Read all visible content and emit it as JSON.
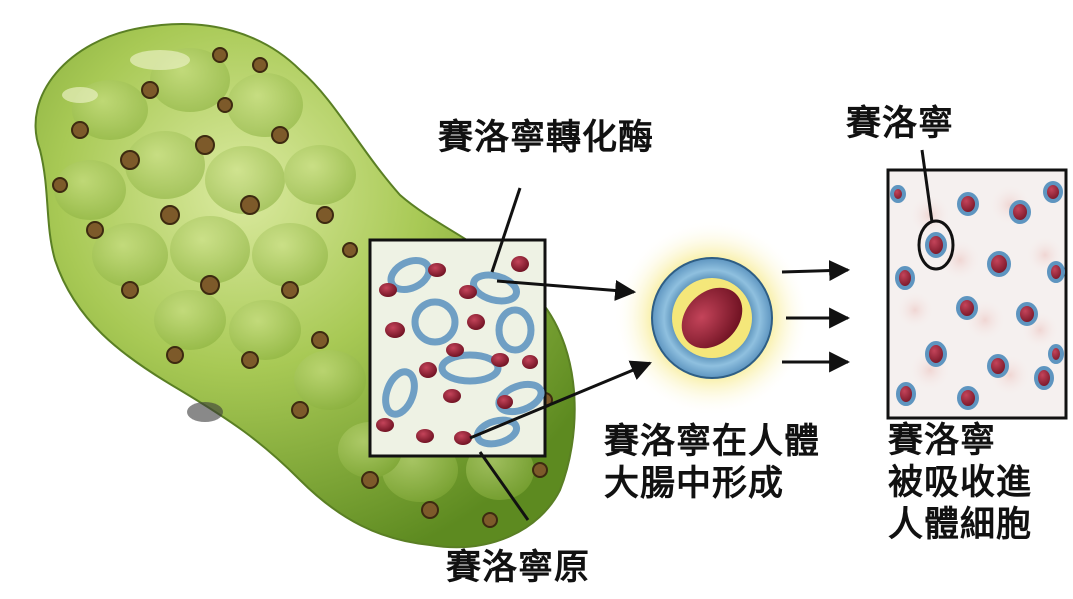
{
  "labels": {
    "enzyme": "賽洛寧轉化酶",
    "xeronine_top": "賽洛寧",
    "proxeronine": "賽洛寧原",
    "formed_lines": [
      "賽洛寧在人體",
      "大腸中形成"
    ],
    "absorbed_lines": [
      "賽洛寧",
      "被吸收進",
      "人體細胞"
    ]
  },
  "colors": {
    "fruit": "#9bc04a",
    "fruit_dark": "#5f8a22",
    "ring": "#7aa6c8",
    "ring_dark": "#3d6e97",
    "cell": "#8c1c2c",
    "glow": "#f6e98a",
    "panel_bg": "#eef2e4",
    "cell_panel_bg": "#f4efee"
  }
}
